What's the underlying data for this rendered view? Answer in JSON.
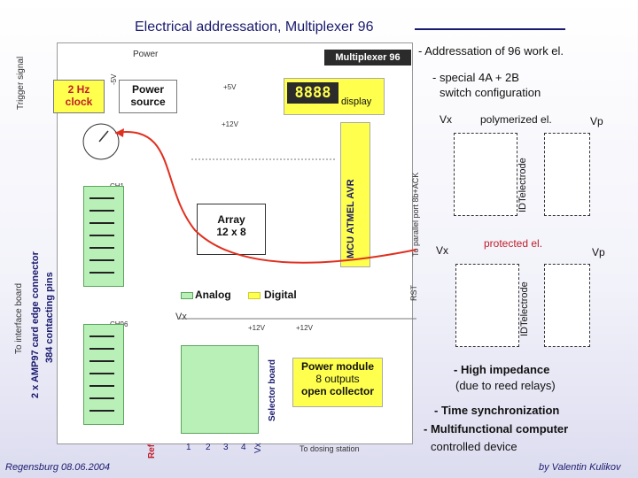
{
  "title": "Electrical addressation, Multiplexer 96",
  "right_notes": {
    "addressation": "- Addressation of 96 work el.",
    "special_line1": "- special 4A + 2B",
    "special_line2": "switch configuration",
    "high_impedance": "- High impedance",
    "reed_relays": "(due to reed relays)",
    "time_sync": "- Time synchronization",
    "multifunctional": "- Multifunctional computer",
    "controlled_device": "controlled device"
  },
  "panels": {
    "top": {
      "vx": "Vx",
      "label": "polymerized el.",
      "vp": "Vp",
      "device": "IDTelectrode"
    },
    "bottom": {
      "vx": "Vx",
      "label": "protected el.",
      "vp": "Vp",
      "device": "IDTelectrode"
    }
  },
  "blocks": {
    "clock_line1": "2 Hz",
    "clock_line2": "clock",
    "power_line1": "Power",
    "power_line2": "source",
    "display_digits": "8888",
    "display_label": "display",
    "multiplexer_tag": "Multiplexer 96",
    "mcu": "MCU ATMEL AVR",
    "array_line1": "Array",
    "array_line2": "12 x 8",
    "power_module_line1": "Power module",
    "power_module_line2": "8 outputs",
    "power_module_line3": "open collector",
    "connector_line1": "2 x AMP97 card edge connector",
    "connector_line2": "384 contacting pins",
    "to_interface": "To interface board",
    "selector": "Selector board",
    "parallel_port": "To parallel port 8b+ACK",
    "to_dosing": "To dosing station"
  },
  "legend": {
    "analog": "Analog",
    "digital": "Digital"
  },
  "labels": {
    "power": "Power",
    "trigger": "Trigger signal",
    "minus5v": "-5V",
    "plus5v": "+5V",
    "plus12v_a": "+12V",
    "plus12v_b": "+12V",
    "plus12v_c": "+12V",
    "ch1": "CH1",
    "ch96": "CH96",
    "vx": "Vx",
    "rst": "RST",
    "ref": "Ref",
    "n1": "1",
    "n2": "2",
    "n3": "3",
    "n4": "4",
    "vx_bottom": "Vx"
  },
  "footer": {
    "left": "Regensburg 08.06.2004",
    "right": "by Valentin Kulikov"
  },
  "colors": {
    "title": "#1a1a6e",
    "yellow": "#ffff4d",
    "green": "#b8f0b8",
    "display_bg": "#2b2b2b",
    "arrow": "#e03020"
  }
}
